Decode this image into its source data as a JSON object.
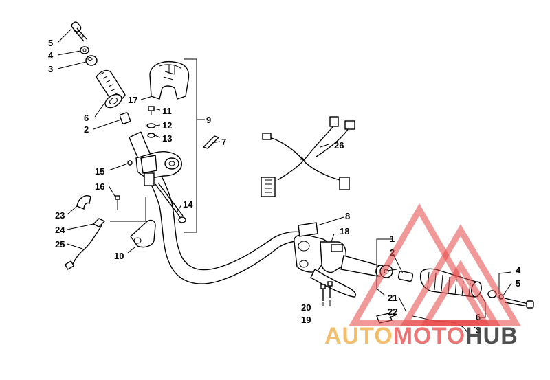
{
  "callouts": {
    "c1": "1",
    "c2a": "2",
    "c2b": "2",
    "c3a": "3",
    "c3b": "3",
    "c4a": "4",
    "c4b": "4",
    "c5a": "5",
    "c5b": "5",
    "c6a": "6",
    "c6b": "6",
    "c7": "7",
    "c8": "8",
    "c9": "9",
    "c10": "10",
    "c11": "11",
    "c12": "12",
    "c13": "13",
    "c14": "14",
    "c15": "15",
    "c16": "16",
    "c17": "17",
    "c18": "18",
    "c19": "19",
    "c20": "20",
    "c21": "21",
    "c22": "22",
    "c23": "23",
    "c24": "24",
    "c25": "25",
    "c26": "26"
  },
  "watermark": {
    "part1": "AUTO",
    "part2": "MOTO",
    "part3": "HUB",
    "colors": {
      "orange": "#F0AA3C",
      "red": "#E64646",
      "dark": "#3C3C3C"
    }
  }
}
